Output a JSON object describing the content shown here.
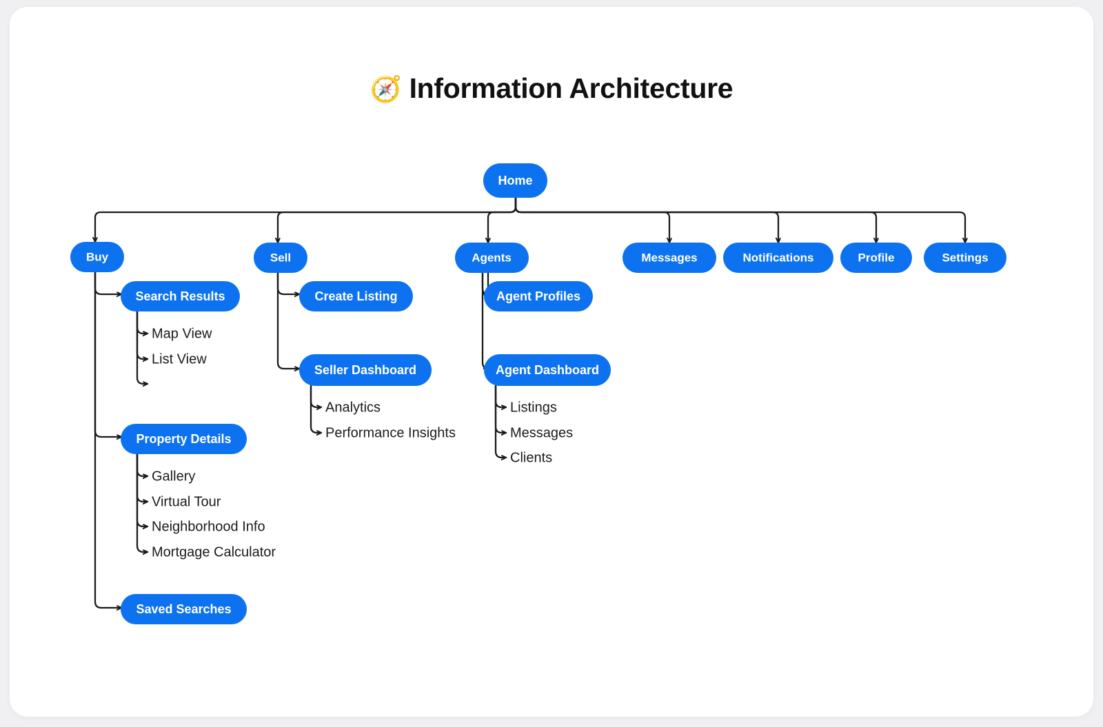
{
  "page": {
    "background_color": "#f0f0f2",
    "card_color": "#ffffff",
    "title_icon": "compass-icon",
    "title_emoji": "🧭",
    "title": "Information Architecture"
  },
  "theme": {
    "node_fill": "#0d72f0",
    "node_text": "#ffffff",
    "leaf_text": "#1b1b1b",
    "connector": "#1a1a1a"
  },
  "chart_data": {
    "type": "diagram",
    "diagram_kind": "site-map-tree",
    "title": "🧭 Information Architecture",
    "root": "Home",
    "nodes": [
      {
        "id": "home",
        "label": "Home",
        "level": 0,
        "style": "pill"
      },
      {
        "id": "buy",
        "label": "Buy",
        "level": 1,
        "style": "pill",
        "parent": "home"
      },
      {
        "id": "sell",
        "label": "Sell",
        "level": 1,
        "style": "pill",
        "parent": "home"
      },
      {
        "id": "agents",
        "label": "Agents",
        "level": 1,
        "style": "pill",
        "parent": "home"
      },
      {
        "id": "messages",
        "label": "Messages",
        "level": 1,
        "style": "pill",
        "parent": "home"
      },
      {
        "id": "notifications",
        "label": "Notifications",
        "level": 1,
        "style": "pill",
        "parent": "home"
      },
      {
        "id": "profile",
        "label": "Profile",
        "level": 1,
        "style": "pill",
        "parent": "home"
      },
      {
        "id": "settings",
        "label": "Settings",
        "level": 1,
        "style": "pill",
        "parent": "home"
      },
      {
        "id": "search-results",
        "label": "Search Results",
        "level": 2,
        "style": "pill",
        "parent": "buy"
      },
      {
        "id": "property-details",
        "label": "Property Details",
        "level": 2,
        "style": "pill",
        "parent": "buy"
      },
      {
        "id": "saved-searches",
        "label": "Saved Searches",
        "level": 2,
        "style": "pill",
        "parent": "buy"
      },
      {
        "id": "create-listing",
        "label": "Create Listing",
        "level": 2,
        "style": "pill",
        "parent": "sell"
      },
      {
        "id": "seller-dashboard",
        "label": "Seller Dashboard",
        "level": 2,
        "style": "pill",
        "parent": "sell"
      },
      {
        "id": "agent-profiles",
        "label": "Agent Profiles",
        "level": 2,
        "style": "pill",
        "parent": "agents"
      },
      {
        "id": "agent-dashboard",
        "label": "Agent Dashboard",
        "level": 2,
        "style": "pill",
        "parent": "agents"
      },
      {
        "id": "map-view",
        "label": "Map View",
        "level": 3,
        "style": "text",
        "parent": "search-results"
      },
      {
        "id": "list-view",
        "label": "List View",
        "level": 3,
        "style": "text",
        "parent": "search-results"
      },
      {
        "id": "search-results-blank",
        "label": "",
        "level": 3,
        "style": "text",
        "parent": "search-results"
      },
      {
        "id": "gallery",
        "label": "Gallery",
        "level": 3,
        "style": "text",
        "parent": "property-details"
      },
      {
        "id": "virtual-tour",
        "label": "Virtual Tour",
        "level": 3,
        "style": "text",
        "parent": "property-details"
      },
      {
        "id": "neighborhood-info",
        "label": "Neighborhood Info",
        "level": 3,
        "style": "text",
        "parent": "property-details"
      },
      {
        "id": "mortgage-calculator",
        "label": "Mortgage Calculator",
        "level": 3,
        "style": "text",
        "parent": "property-details"
      },
      {
        "id": "analytics",
        "label": "Analytics",
        "level": 3,
        "style": "text",
        "parent": "seller-dashboard"
      },
      {
        "id": "performance-insights",
        "label": "Performance Insights",
        "level": 3,
        "style": "text",
        "parent": "seller-dashboard"
      },
      {
        "id": "listings",
        "label": "Listings",
        "level": 3,
        "style": "text",
        "parent": "agent-dashboard"
      },
      {
        "id": "agent-messages",
        "label": "Messages",
        "level": 3,
        "style": "text",
        "parent": "agent-dashboard"
      },
      {
        "id": "clients",
        "label": "Clients",
        "level": 3,
        "style": "text",
        "parent": "agent-dashboard"
      }
    ]
  }
}
